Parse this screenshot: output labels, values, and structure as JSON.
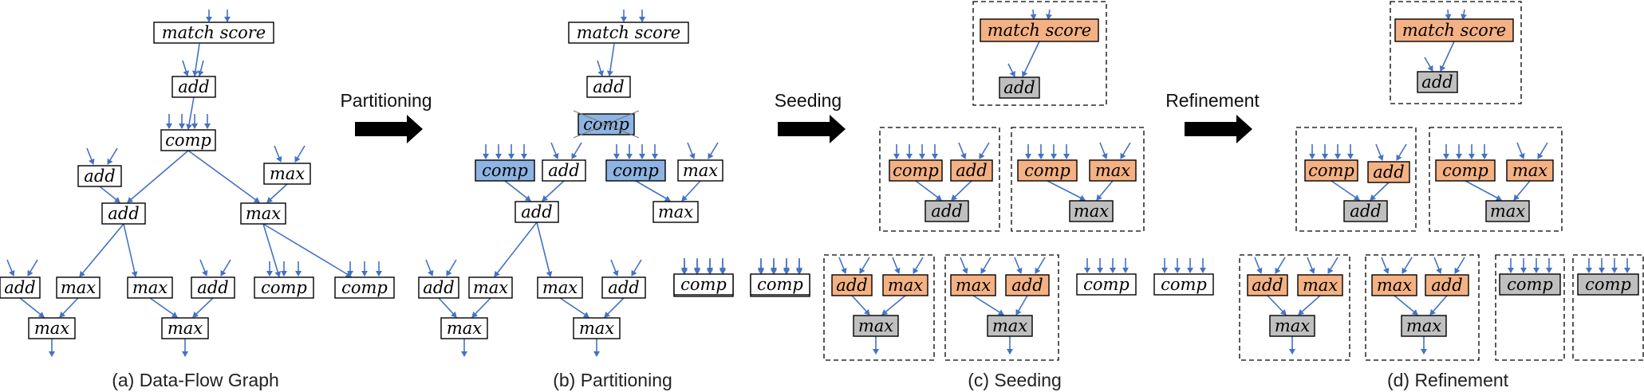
{
  "colors": {
    "plain": "#ffffff",
    "blue": "#8db4e2",
    "orange": "#f4b183",
    "gray": "#bfbfbf",
    "edge": "#4472c4"
  },
  "steps": {
    "partitioning": "Partitioning",
    "seeding": "Seeding",
    "refinement": "Refinement"
  },
  "captions": {
    "a": "(a) Data-Flow Graph",
    "b": "(b) Partitioning",
    "c": "(c) Seeding",
    "d": "(d) Refinement"
  },
  "nodes": {
    "match_score": "match score",
    "add": "add",
    "comp": "comp",
    "max": "max"
  },
  "arrow_icon": "right-arrow-icon"
}
